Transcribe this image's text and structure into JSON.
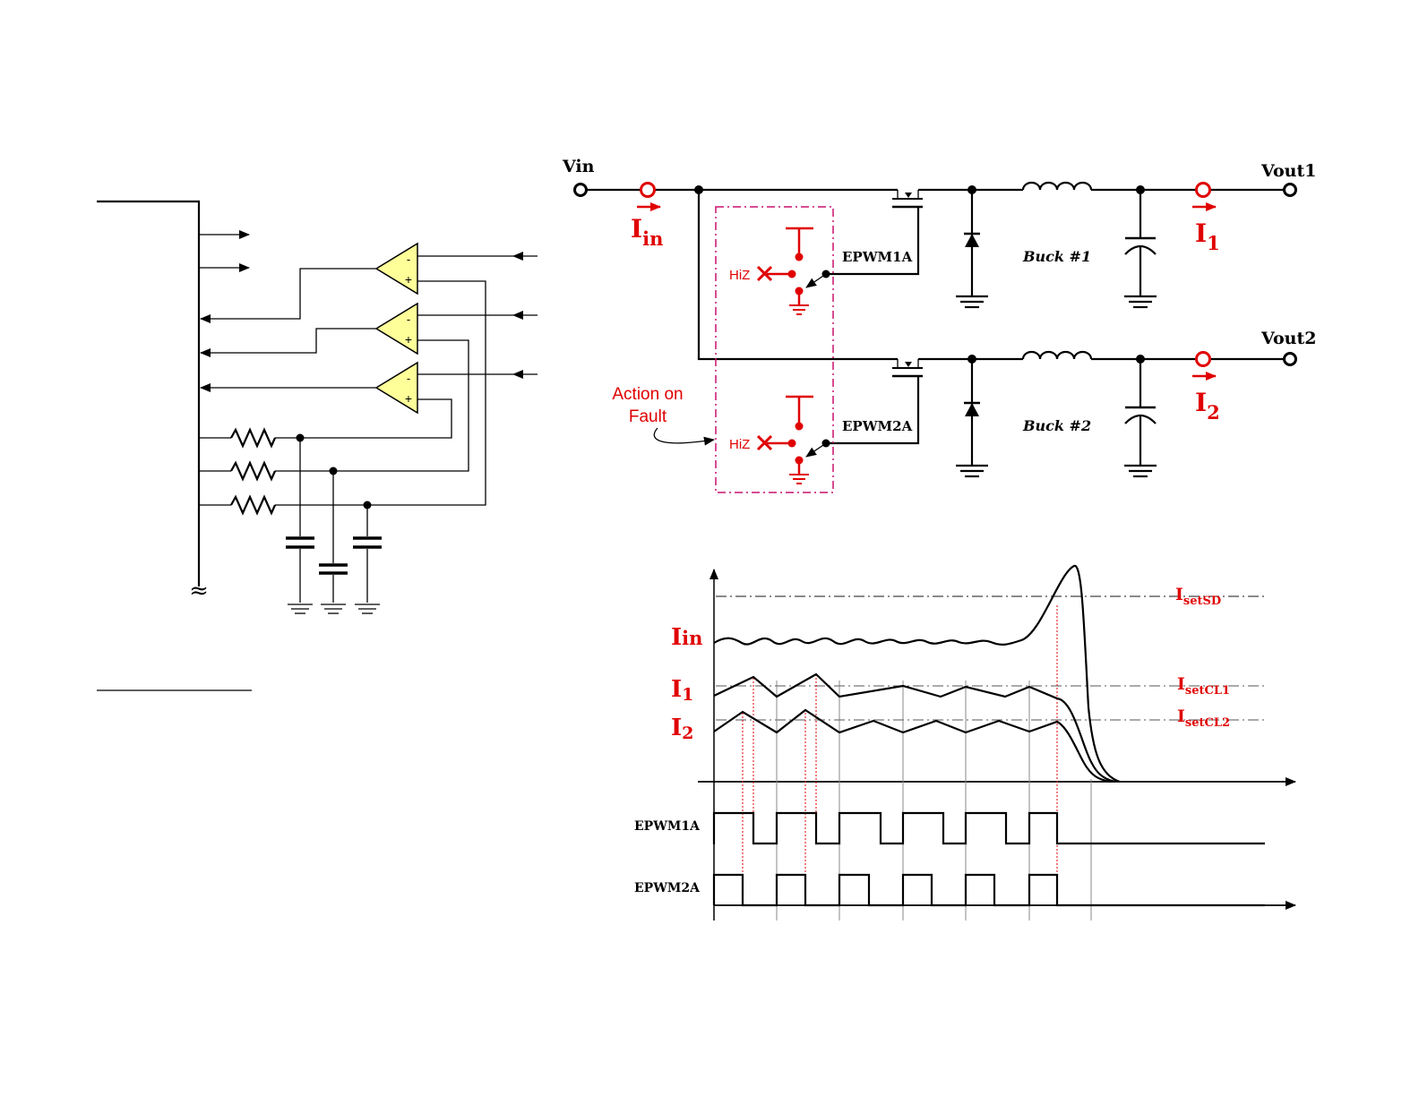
{
  "circuit": {
    "vin": "Vin",
    "vout1": "Vout1",
    "vout2": "Vout2",
    "iin_main": "I",
    "iin_sub": "in",
    "i1_main": "I",
    "i1_sub": "1",
    "i2_main": "I",
    "i2_sub": "2",
    "epwm1a": "EPWM1A",
    "epwm2a": "EPWM2A",
    "buck1": "Buck #1",
    "buck2": "Buck #2",
    "hiz_1": "HiZ",
    "hiz_2": "HiZ",
    "action_line1": "Action on",
    "action_line2": "Fault"
  },
  "timing": {
    "iin_main": "I",
    "iin_sub": "in",
    "i1_main": "I",
    "i1_sub": "1",
    "i2_main": "I",
    "i2_sub": "2",
    "isetsd_main": "I",
    "isetsd_sub": "setSD",
    "isetcl1_main": "I",
    "isetcl1_sub": "setCL1",
    "isetcl2_main": "I",
    "isetcl2_sub": "setCL2",
    "epwm1a": "EPWM1A",
    "epwm2a": "EPWM2A"
  },
  "colors": {
    "highlight": "#e00000",
    "comparator_fill": "#ffff99",
    "wire": "#000000"
  }
}
